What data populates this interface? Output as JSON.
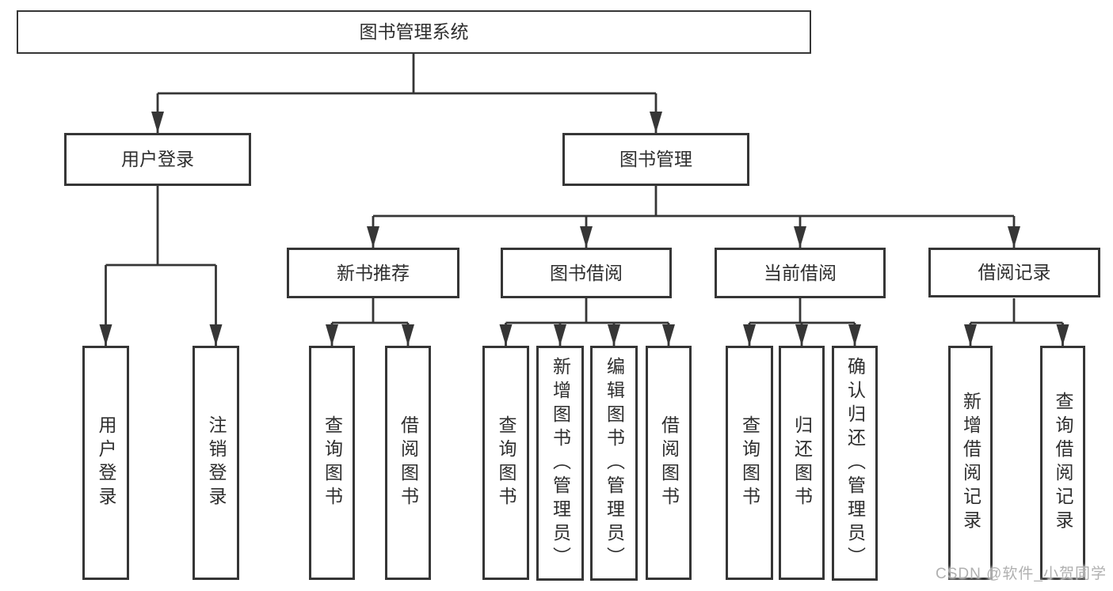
{
  "tree": {
    "label": "图书管理系统",
    "children": [
      {
        "label": "用户登录",
        "children": [
          {
            "label": "用户登录"
          },
          {
            "label": "注销登录"
          }
        ]
      },
      {
        "label": "图书管理",
        "children": [
          {
            "label": "新书推荐",
            "children": [
              {
                "label": "查询图书"
              },
              {
                "label": "借阅图书"
              }
            ]
          },
          {
            "label": "图书借阅",
            "children": [
              {
                "label": "查询图书"
              },
              {
                "label": "新增图书（管理员）"
              },
              {
                "label": "编辑图书（管理员）"
              },
              {
                "label": "借阅图书"
              }
            ]
          },
          {
            "label": "当前借阅",
            "children": [
              {
                "label": "查询图书"
              },
              {
                "label": "归还图书"
              },
              {
                "label": "确认归还（管理员）"
              }
            ]
          },
          {
            "label": "借阅记录",
            "children": [
              {
                "label": "新增借阅记录"
              },
              {
                "label": "查询借阅记录"
              }
            ]
          }
        ]
      }
    ]
  },
  "watermark": "CSDN @软件_小贺同学",
  "colors": {
    "line": "#363636",
    "box_border": "#363636",
    "text": "#2e2e2e",
    "watermark": "#b0b0b0",
    "background": "#ffffff"
  }
}
